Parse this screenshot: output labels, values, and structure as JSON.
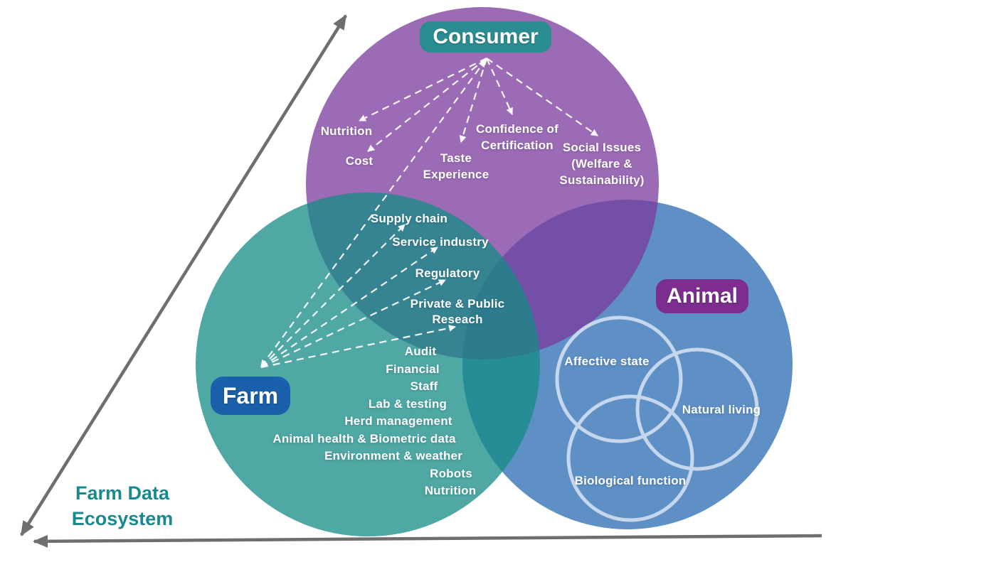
{
  "title": "Farm Data Ecosystem",
  "sets": {
    "consumer": {
      "label": "Consumer",
      "topics": [
        "Nutrition",
        "Cost",
        "Taste Experience",
        "Confidence of Certification",
        "Social Issues (Welfare & Sustainability)"
      ]
    },
    "farm": {
      "label": "Farm",
      "topics": [
        "Audit",
        "Financial",
        "Staff",
        "Lab & testing",
        "Herd management",
        "Animal health & Biometric data",
        "Environment & weather",
        "Robots",
        "Nutrition"
      ]
    },
    "animal": {
      "label": "Animal",
      "welfare_domains": [
        "Affective state",
        "Natural living",
        "Biological function"
      ]
    },
    "shared_farm_consumer": {
      "topics": [
        "Supply chain",
        "Service industry",
        "Regulatory",
        "Private & Public Reseach"
      ]
    }
  },
  "colors": {
    "circle_consumer": "#7B399C",
    "circle_farm": "#148B85",
    "circle_animal": "#286BB1",
    "circle_opacity": "0.75",
    "pill_consumer": "#2B8C91",
    "pill_farm": "#1A5FA9",
    "pill_animal": "#7C2D8E",
    "welfare_circle_stroke": "#D9E4F4",
    "title_text": "#17898F",
    "axis_gray": "#6E6E6E",
    "arrow_white": "#FFFFFF"
  }
}
